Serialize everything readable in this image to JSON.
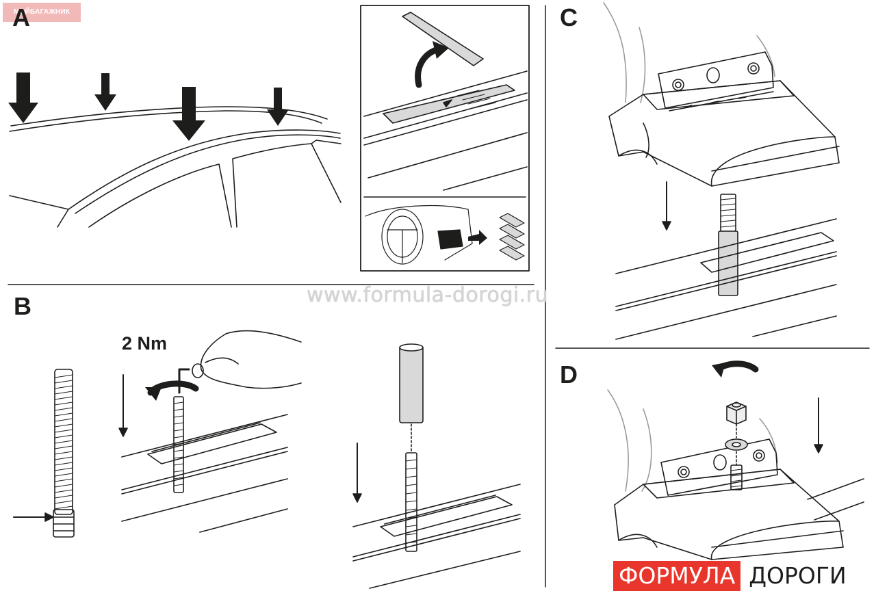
{
  "badge": {
    "text": "МОЙБАГАЖНИК"
  },
  "steps": {
    "a": "A",
    "b": "B",
    "c": "C",
    "d": "D"
  },
  "torque": "2 Nm",
  "watermark": "www.formula-dorogi.ru",
  "logo": {
    "red": "ФОРМУЛА",
    "dark": "ДОРОГИ"
  },
  "colors": {
    "line": "#1d1d1b",
    "light": "#9a9a9a",
    "ghost": "#c8c8c8",
    "logo_red": "#e9362c",
    "badge": "#f2b9b9",
    "strip": "#d9d9d9"
  }
}
